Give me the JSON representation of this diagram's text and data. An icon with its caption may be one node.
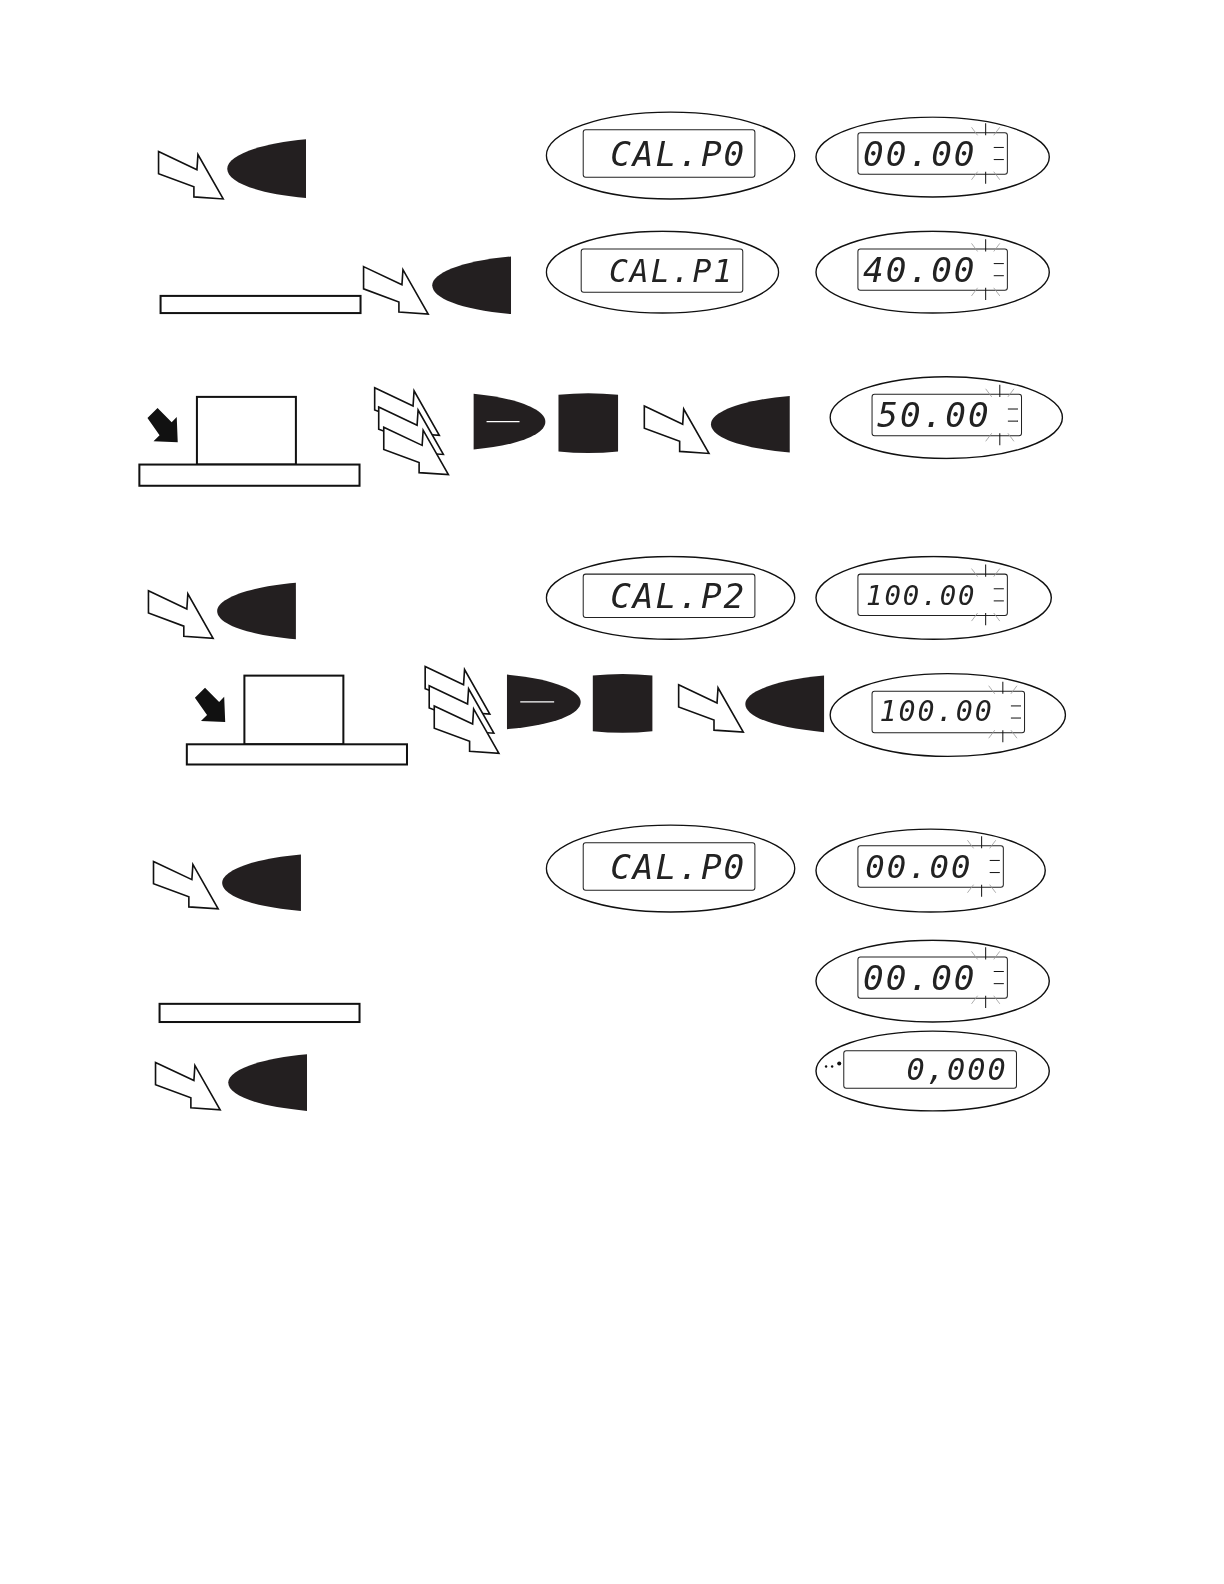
{
  "diagram": {
    "nodes": [
      {
        "text": [
          "CAL.P0"
        ]
      },
      {
        "text": [
          "00.00"
        ]
      },
      {
        "text": [
          "CAL.P1"
        ]
      },
      {
        "text": [
          "40.00"
        ]
      },
      {
        "text": [
          "50.00"
        ]
      },
      {
        "text": [
          "CAL.P2"
        ]
      },
      {
        "text": [
          "100.00"
        ]
      },
      {
        "text": [
          "100.00"
        ]
      },
      {
        "text": [
          "CAL.P0"
        ]
      },
      {
        "text": [
          "00.00"
        ]
      },
      {
        "text": [
          "00.00"
        ]
      },
      {
        "text": [
          "0,000"
        ]
      }
    ]
  }
}
